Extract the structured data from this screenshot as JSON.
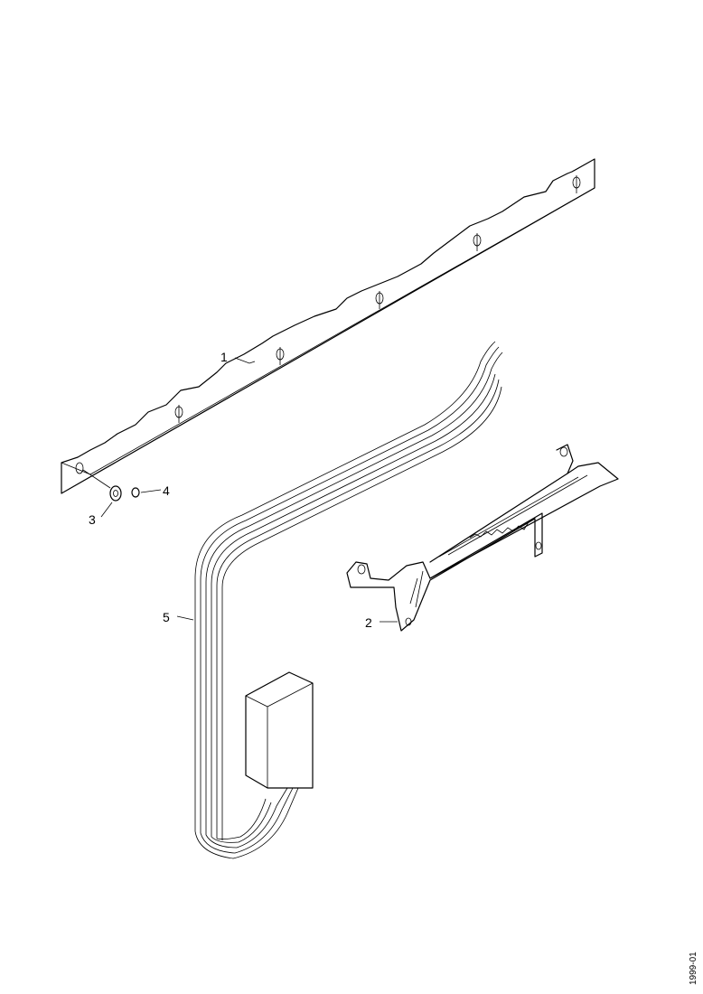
{
  "callouts": {
    "part1": "1",
    "part2": "2",
    "part3": "3",
    "part4": "4",
    "part5": "5"
  },
  "drawing_code": "1999-01"
}
